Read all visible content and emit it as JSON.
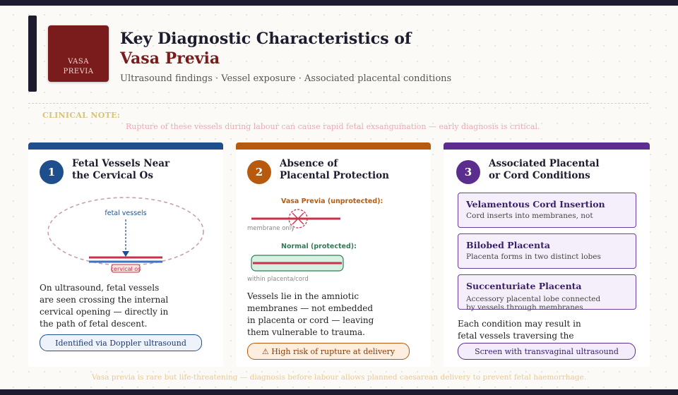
{
  "header": {
    "logo_line1": "VASA",
    "logo_line2": "PREVIA",
    "title_line1": "Key Diagnostic Characteristics of",
    "title_line2": "Vasa Previa",
    "subtitle": "Ultrasound findings · Vessel exposure · Associated placental conditions"
  },
  "note": {
    "label": "CLINICAL NOTE:",
    "text": "Rupture of these vessels during labour can cause rapid fetal exsanguination — early diagnosis is critical."
  },
  "cards": [
    {
      "number": "1",
      "title_line1": "Fetal Vessels Near",
      "title_line2": "the Cervical Os",
      "color": "#1f4e8c",
      "diagram": {
        "vessels_label": "fetal vessels",
        "os_label": "cervical os"
      },
      "body": [
        "On ultrasound, fetal vessels",
        "are seen crossing the internal",
        "cervical opening — directly in",
        "the path of fetal descent."
      ],
      "pill": "Identified via Doppler ultrasound"
    },
    {
      "number": "2",
      "title_line1": "Absence of",
      "title_line2": "Placental Protection",
      "color": "#b85a0e",
      "diagram": {
        "unprotected_label": "Vasa Previa (unprotected):",
        "unprotected_caption": "membrane only",
        "protected_label": "Normal (protected):",
        "protected_caption": "within placenta/cord"
      },
      "body": [
        "Vessels lie in the amniotic",
        "membranes — not embedded",
        "in placenta or cord — leaving",
        "them vulnerable to trauma."
      ],
      "pill": "⚠ High risk of rupture at delivery"
    },
    {
      "number": "3",
      "title_line1": "Associated Placental",
      "title_line2": "or Cord Conditions",
      "color": "#5b2d8e",
      "conditions": [
        {
          "title": "Velamentous Cord Insertion",
          "desc": [
            "Cord inserts into membranes, not"
          ]
        },
        {
          "title": "Bilobed Placenta",
          "desc": [
            "Placenta forms in two distinct lobes"
          ]
        },
        {
          "title": "Succenturiate Placenta",
          "desc": [
            "Accessory placental lobe connected",
            "by vessels through membranes"
          ]
        }
      ],
      "body": [
        "Each condition may result in",
        "fetal vessels traversing the"
      ],
      "pill": "Screen with transvaginal ultrasound"
    }
  ],
  "footer": "Vasa previa is rare but life-threatening — diagnosis before labour allows planned caesarean delivery to prevent fetal haemorrhage.",
  "colors": {
    "navy": "#1c1c2e",
    "maroon": "#7b1c1c",
    "blue": "#1f4e8c",
    "orange": "#b85a0e",
    "purple": "#5b2d8e",
    "vessel_red": "#c8324a",
    "vessel_blue": "#3b73c4",
    "green": "#2e7d55"
  }
}
